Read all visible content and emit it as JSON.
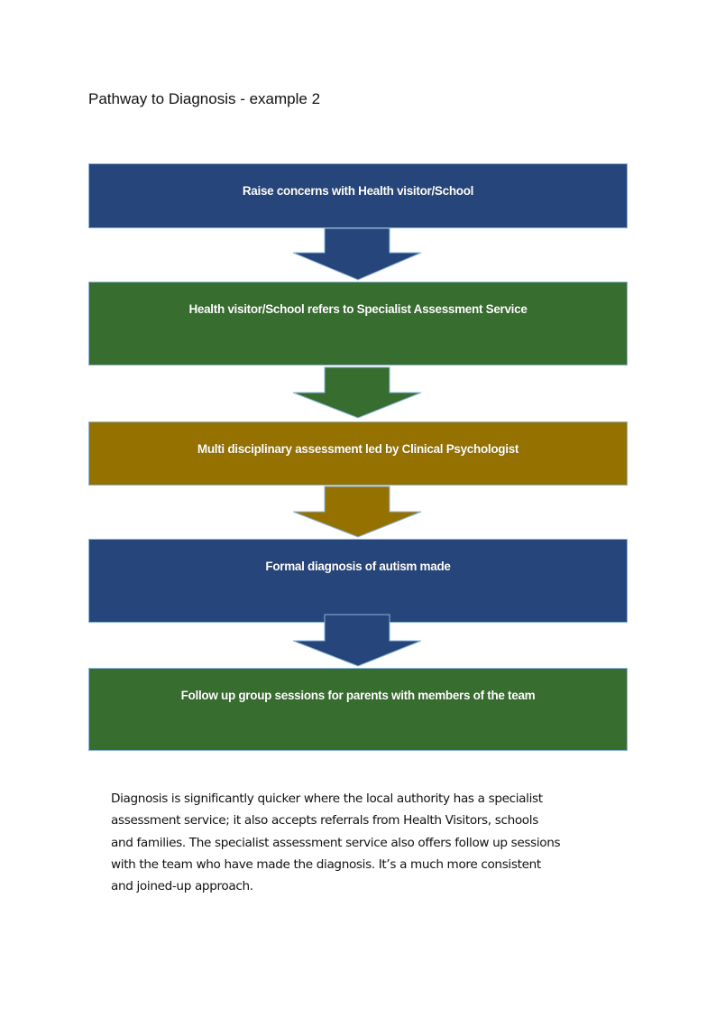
{
  "title": "Pathway to Diagnosis - example 2",
  "colors": {
    "blue": "#26457a",
    "green": "#376d2e",
    "gold": "#957200"
  },
  "steps": [
    {
      "label": "Raise concerns with Health visitor/School",
      "color": "#26457a"
    },
    {
      "label": "Health visitor/School refers to Specialist Assessment Service",
      "color": "#376d2e"
    },
    {
      "label": "Multi disciplinary assessment led by Clinical Psychologist",
      "color": "#957200"
    },
    {
      "label": "Formal diagnosis of autism made",
      "color": "#26457a"
    },
    {
      "label": "Follow up group sessions for parents with members of the team",
      "color": "#376d2e"
    }
  ],
  "arrows": [
    {
      "from": 1,
      "to": 2,
      "color": "#26457a",
      "icon": "down-arrow-icon"
    },
    {
      "from": 2,
      "to": 3,
      "color": "#376d2e",
      "icon": "down-arrow-icon"
    },
    {
      "from": 3,
      "to": 4,
      "color": "#957200",
      "icon": "down-arrow-icon"
    },
    {
      "from": 4,
      "to": 5,
      "color": "#26457a",
      "icon": "down-arrow-icon"
    }
  ],
  "paragraph": {
    "lines": [
      "Diagnosis is significantly quicker where the local authority has a specialist",
      "assessment service; it also accepts referrals from Health Visitors, schools",
      "and families. The specialist assessment service also offers follow up sessions",
      "with the team who have made the diagnosis. It’s a much more consistent",
      "and joined-up approach."
    ]
  }
}
